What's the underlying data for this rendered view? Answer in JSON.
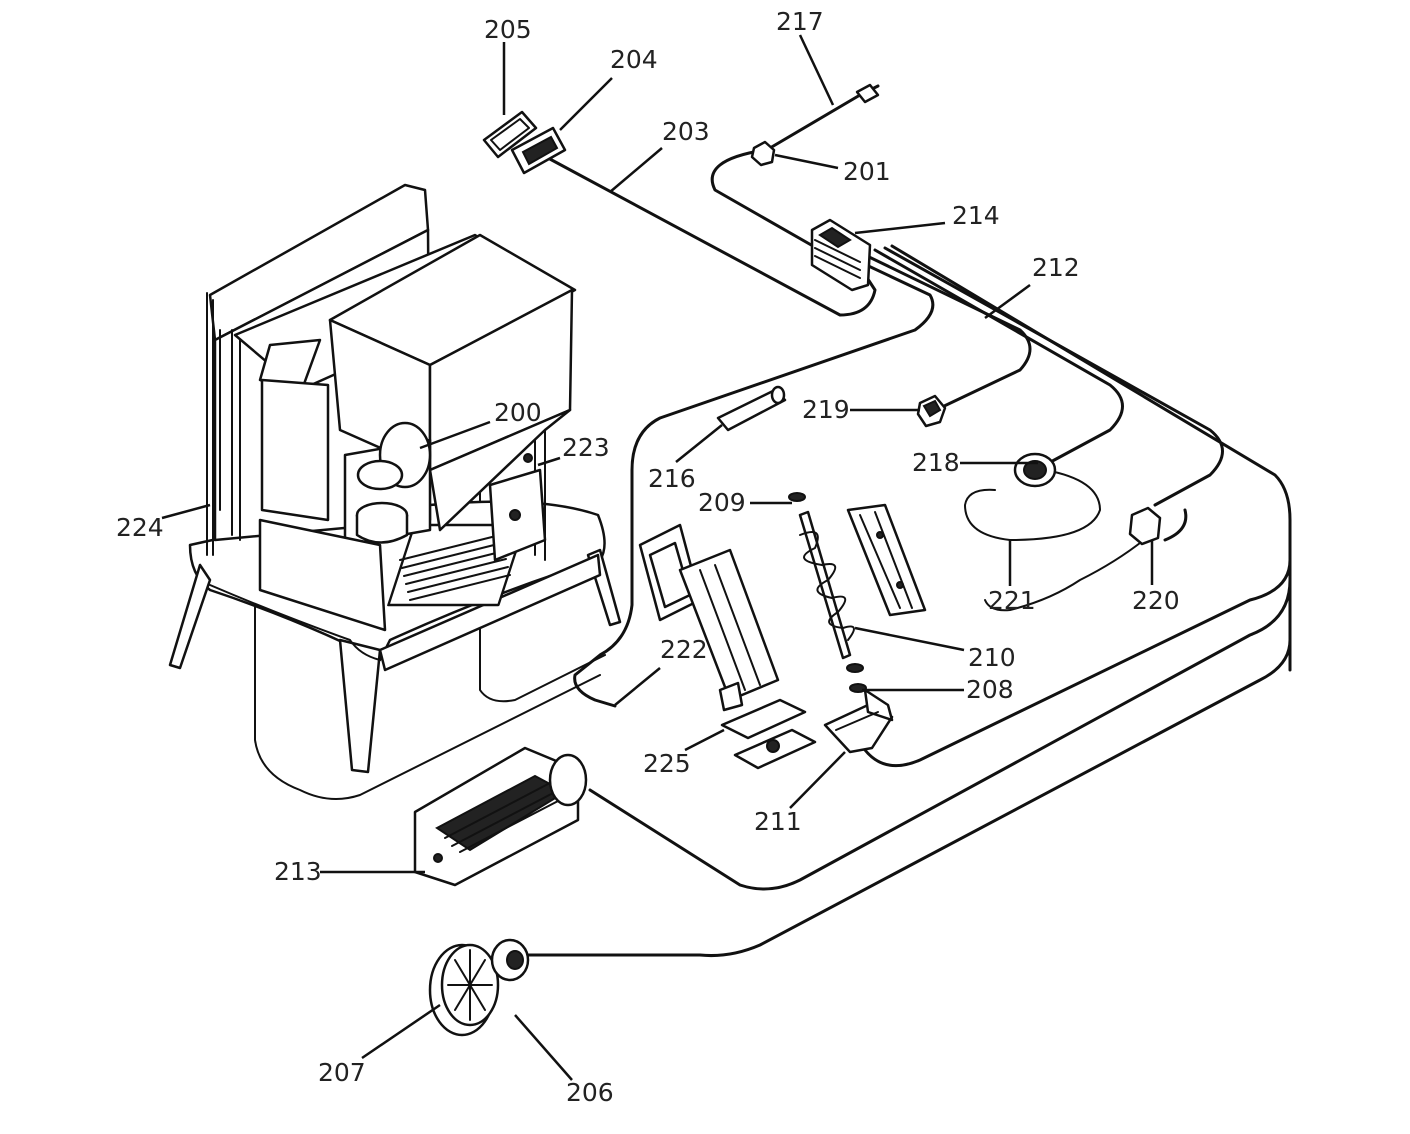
{
  "labels": {
    "l200": "200",
    "l201": "201",
    "l203": "203",
    "l204": "204",
    "l205": "205",
    "l206": "206",
    "l207": "207",
    "l208": "208",
    "l209": "209",
    "l210": "210",
    "l211": "211",
    "l212": "212",
    "l213": "213",
    "l214": "214",
    "l216": "216",
    "l217": "217",
    "l218": "218",
    "l219": "219",
    "l220": "220",
    "l221": "221",
    "l222": "222",
    "l223": "223",
    "l224": "224",
    "l225": "225"
  }
}
